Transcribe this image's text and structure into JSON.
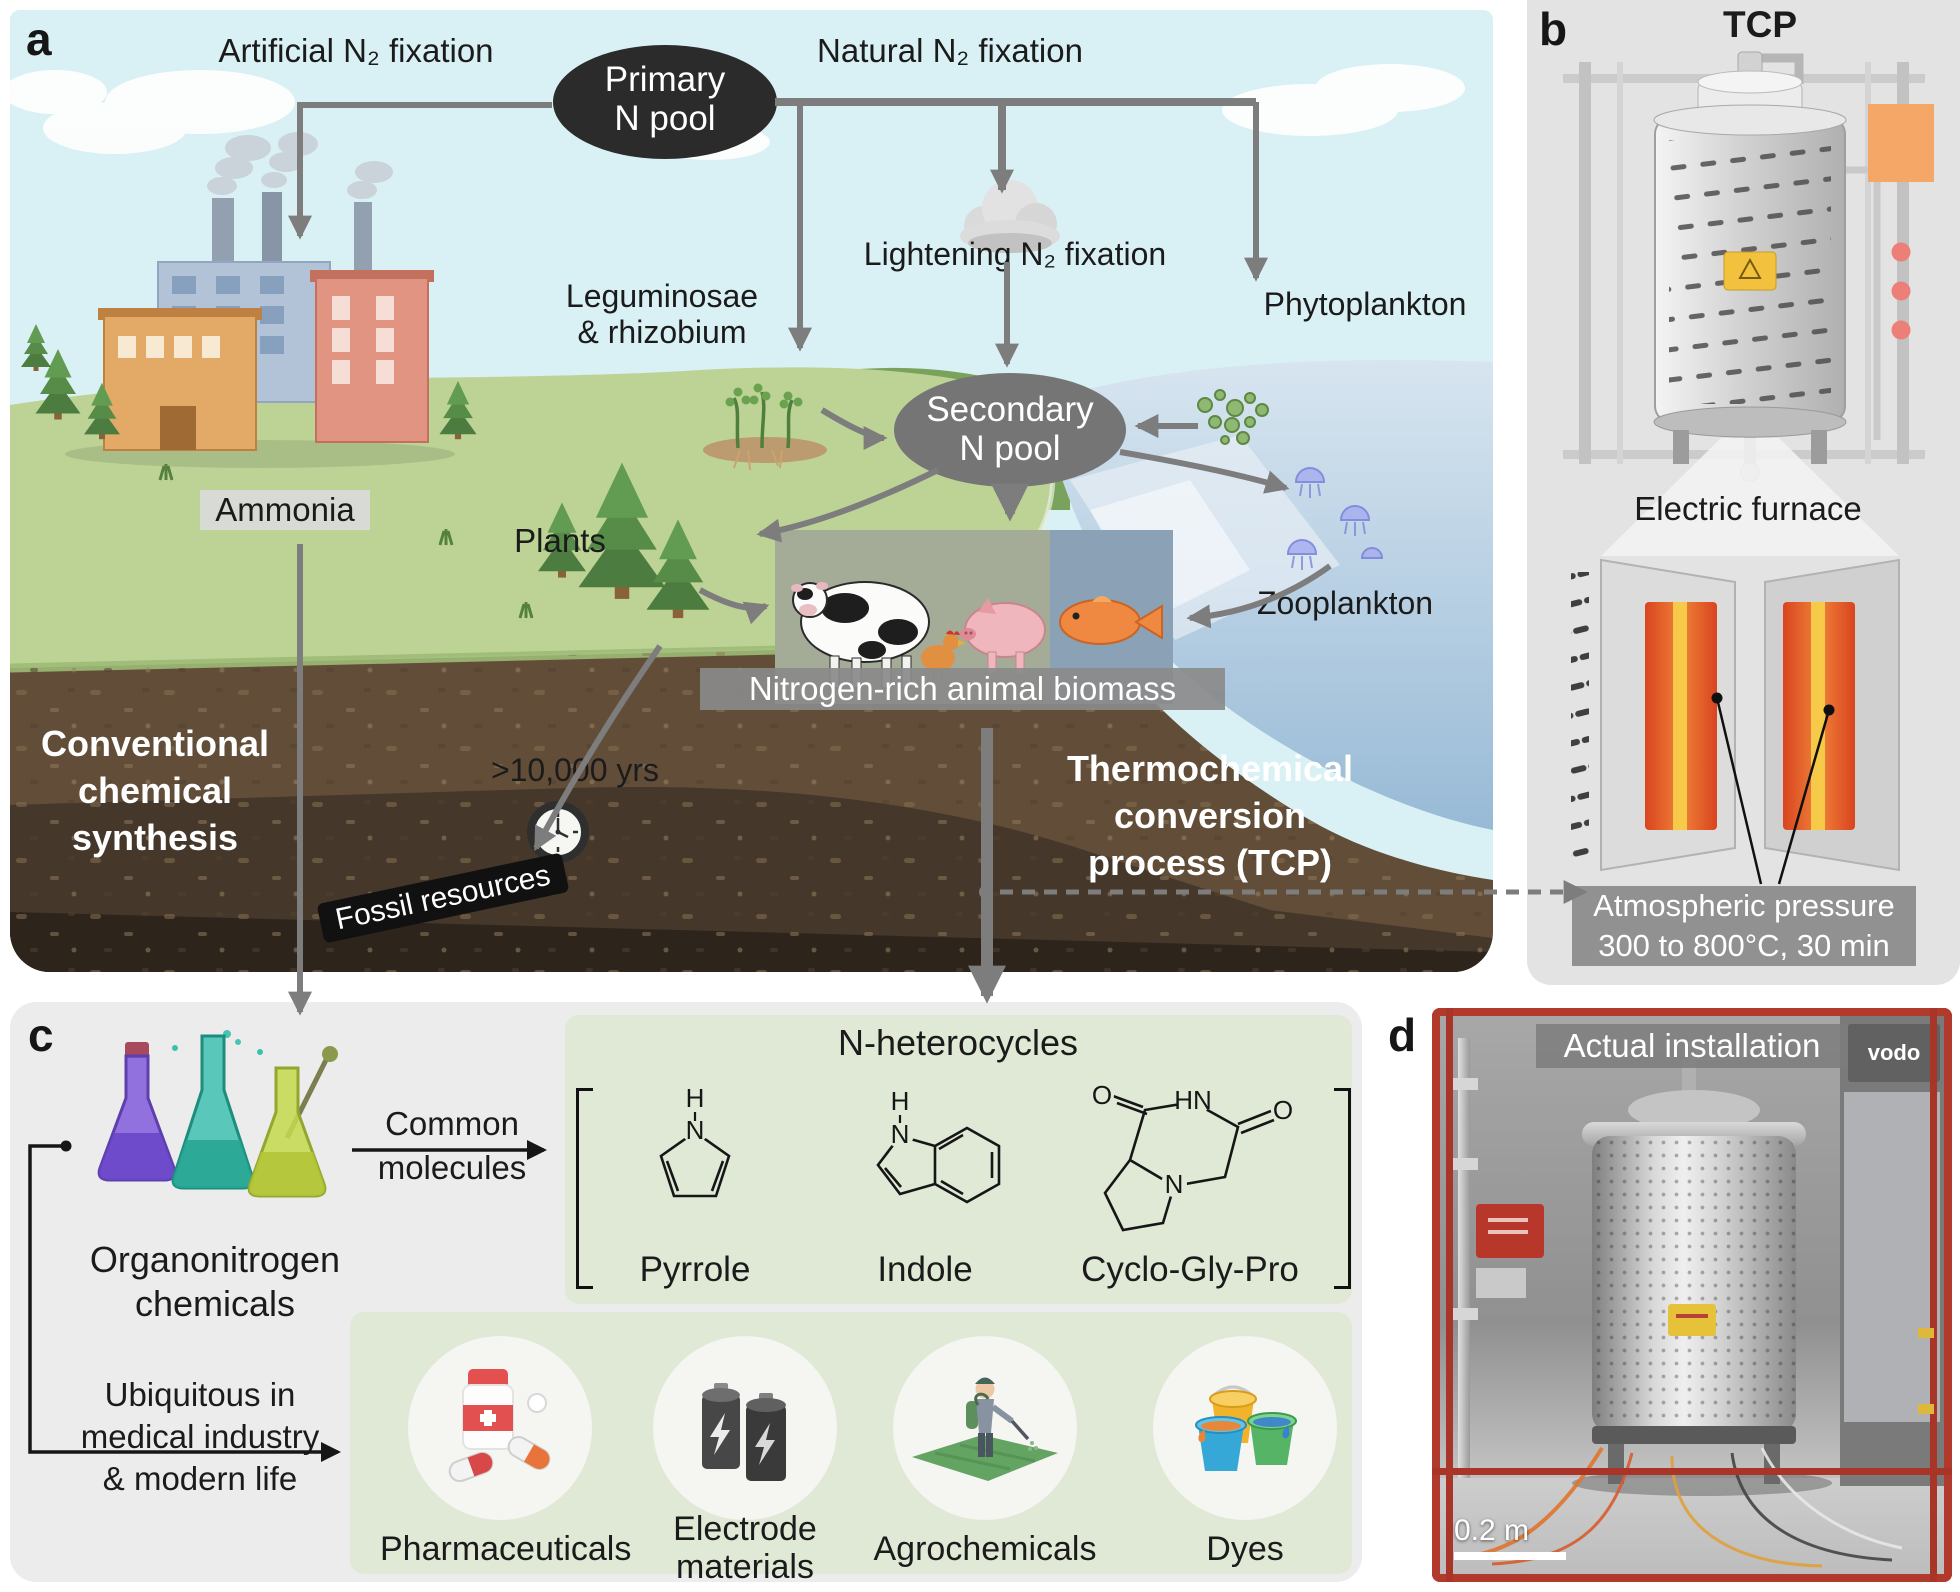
{
  "colors": {
    "sky": "#d9f0f4",
    "land": "#bdd396",
    "soil": "#624e38",
    "soil_dark": "#45372a",
    "water": "#a9c6dd",
    "panel_gray": "#e3e3e3",
    "green_box": "#dfe9d5",
    "label_gray": "#8a8a8a",
    "arrow_gray": "#7d7d7d",
    "heat_orange": "#ef8339",
    "frame_red": "#b23a2c",
    "dark_pool": "#2b2b2b",
    "mid_pool": "#757575"
  },
  "panel_a": {
    "label": "a",
    "artificial_fixation": "Artificial N₂ fixation",
    "primary_pool": "Primary\nN pool",
    "natural_fixation": "Natural N₂ fixation",
    "leguminosae": "Leguminosae\n& rhizobium",
    "lightening_fixation": "Lightening N₂ fixation",
    "phytoplankton": "Phytoplankton",
    "secondary_pool": "Secondary\nN pool",
    "ammonia": "Ammonia",
    "plants": "Plants",
    "zooplankton": "Zooplankton",
    "animal_biomass": "Nitrogen-rich animal biomass",
    "conventional_synthesis": "Conventional\nchemical\nsynthesis",
    "fossil_years": ">10,000 yrs",
    "fossil_resources": "Fossil resources",
    "tcp_process": "Thermochemical\nconversion\nprocess (TCP)"
  },
  "panel_b": {
    "label": "b",
    "title": "TCP",
    "furnace_label": "Electric furnace",
    "conditions": "Atmospheric pressure\n300 to 800°C, 30 min"
  },
  "panel_c": {
    "label": "c",
    "organonitrogen": "Organonitrogen\nchemicals",
    "common_molecules": "Common\nmolecules",
    "heterocycles_title": "N-heterocycles",
    "molecules": [
      {
        "name": "Pyrrole",
        "atom_top": "H",
        "atom_ring": "N"
      },
      {
        "name": "Indole",
        "atom_top": "H",
        "atom_ring": "N"
      },
      {
        "name": "Cyclo-Gly-Pro",
        "atom_nh": "HN",
        "atom_o_left": "O",
        "atom_o_right": "O",
        "atom_n": "N"
      }
    ],
    "ubiquitous": "Ubiquitous in\nmedical industry\n& modern life",
    "applications": [
      {
        "name": "Pharmaceuticals"
      },
      {
        "name": "Electrode\nmaterials"
      },
      {
        "name": "Agrochemicals"
      },
      {
        "name": "Dyes"
      }
    ]
  },
  "panel_d": {
    "label": "d",
    "title": "Actual installation",
    "brand": "vodo",
    "scale_bar": "0.2 m"
  }
}
